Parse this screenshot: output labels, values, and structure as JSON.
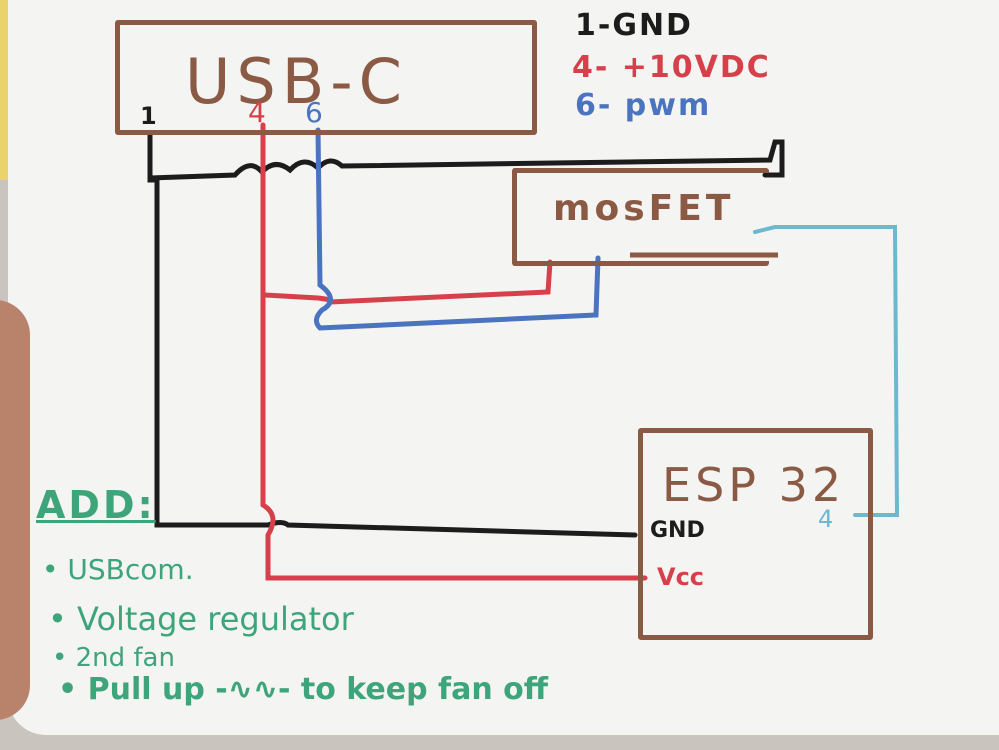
{
  "usb": {
    "label": "USB-C",
    "pin1": "1",
    "pin4": "4",
    "pin6": "6"
  },
  "legend": {
    "gnd": "1-GND",
    "vdc": "4- +10VDC",
    "pwm": "6- pwm"
  },
  "mosfet": {
    "label": "mosFET"
  },
  "esp": {
    "label": "ESP 32",
    "gnd": "GND",
    "vcc": "Vcc",
    "pin4": "4"
  },
  "notes": {
    "heading": "ADD:",
    "items": [
      "USBcom.",
      "Voltage regulator",
      "2nd fan",
      "Pull up -∿∿- to keep fan off"
    ]
  },
  "colors": {
    "black": "#1c1c1c",
    "red": "#d6404a",
    "blue": "#4a73c0",
    "teal": "#6bb8cf",
    "brown": "#8a5a44",
    "green": "#3ea57a"
  }
}
